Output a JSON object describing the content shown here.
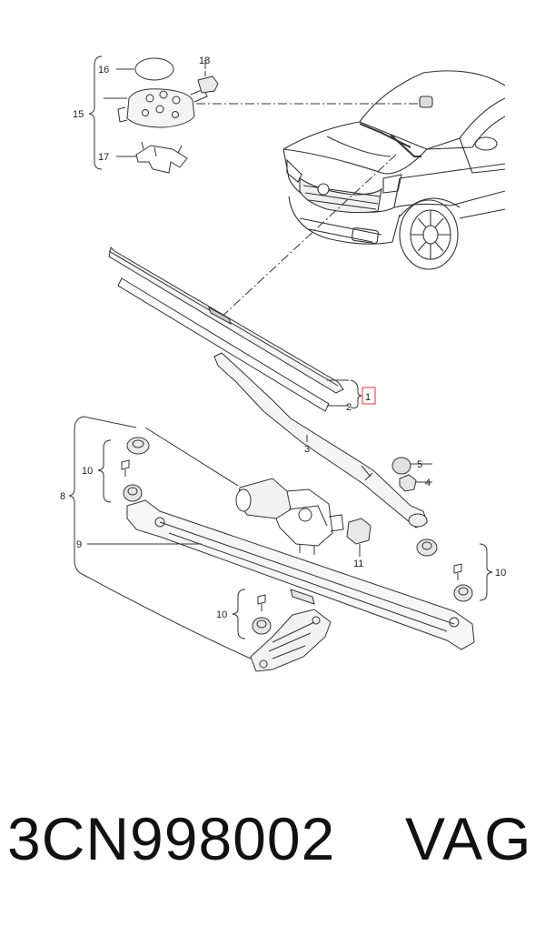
{
  "callouts": {
    "c1": "1",
    "c2": "2",
    "c3": "3",
    "c4": "4",
    "c5": "5",
    "c8": "8",
    "c9": "9",
    "c10a": "10",
    "c10b": "10",
    "c10c": "10",
    "c11": "11",
    "c15": "15",
    "c16": "16",
    "c17": "17",
    "c18": "18"
  },
  "highlight_color": "#e0303a",
  "footer": {
    "part_number": "3CN998002",
    "brand": "VAG"
  }
}
